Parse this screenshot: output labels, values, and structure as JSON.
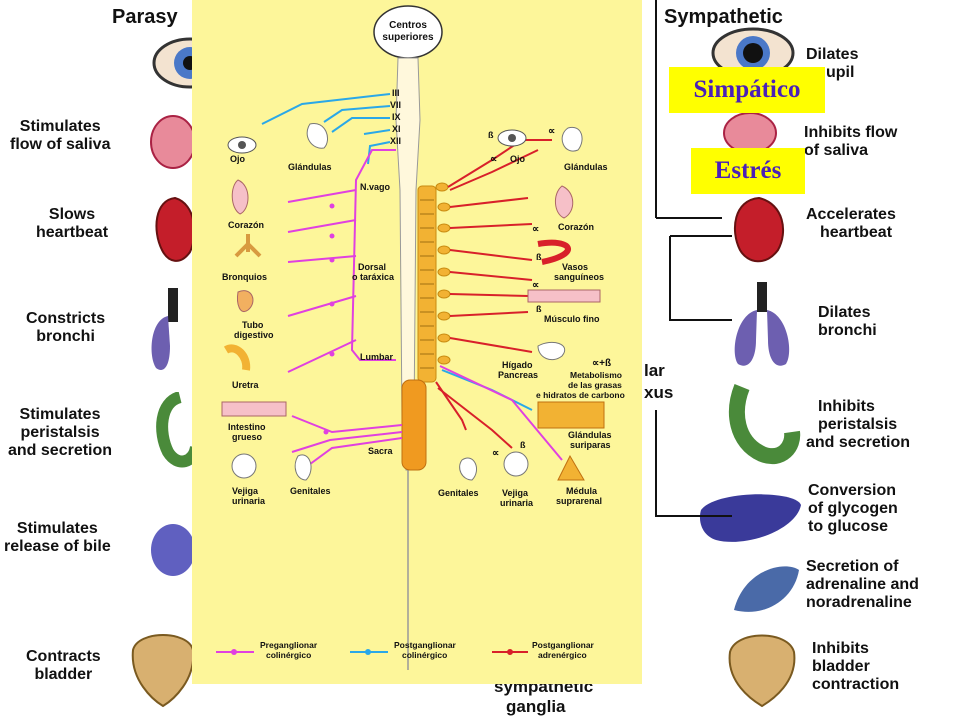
{
  "background": {
    "left_heading": "Parasy",
    "right_heading": "Sympathetic",
    "left_effects": [
      {
        "lines": [
          "Stimulates",
          "flow of saliva"
        ]
      },
      {
        "lines": [
          "Slows",
          "heartbeat"
        ]
      },
      {
        "lines": [
          "Constricts",
          "bronchi"
        ]
      },
      {
        "lines": [
          "Stimulates",
          "peristalsis",
          "and secretion"
        ]
      },
      {
        "lines": [
          "Stimulates",
          "release of bile"
        ]
      },
      {
        "lines": [
          "Contracts",
          "bladder"
        ]
      }
    ],
    "right_effects": [
      {
        "lines": [
          "Dilates",
          "upil"
        ]
      },
      {
        "lines": [
          "Inhibits flow",
          "of saliva"
        ]
      },
      {
        "lines": [
          "Accelerates",
          "heartbeat"
        ]
      },
      {
        "lines": [
          "Dilates",
          "bronchi"
        ]
      },
      {
        "lines": [
          "Inhibits",
          "peristalsis",
          "and secretion"
        ]
      },
      {
        "lines": [
          "Conversion",
          "of glycogen",
          "to glucose"
        ]
      },
      {
        "lines": [
          "Secretion of",
          "adrenaline and",
          "noradrenaline"
        ]
      },
      {
        "lines": [
          "Inhibits",
          "bladder",
          "contraction"
        ]
      }
    ],
    "fragments": [
      "lar",
      "xus",
      "sympathetic",
      "ganglia"
    ]
  },
  "panel": {
    "top_box": [
      "Centros",
      "superiores"
    ],
    "cranial_nerves": [
      "III",
      "VII",
      "IX",
      "XI",
      "XII"
    ],
    "left_organs": [
      "Ojo",
      "Glándulas",
      "Corazón",
      "Bronquios",
      "Tubo",
      "digestivo",
      "Uretra",
      "Intestino",
      "grueso",
      "Vejiga",
      "urinaria",
      "Genitales"
    ],
    "cord_labels": [
      "N.vago",
      "Dorsal",
      "o taráxica",
      "Lumbar",
      "Sacra"
    ],
    "right_organs": [
      "Ojo",
      "Glándulas",
      "Corazón",
      "Vasos",
      "sanguíneos",
      "Músculo fino",
      "Hígado",
      "Pancreas",
      "Metabolismo",
      "de las grasas",
      "e hidratos de carbono",
      "Glándulas",
      "suriparas",
      "Genitales",
      "Vejiga",
      "urinaria",
      "Médula",
      "suprarenal"
    ],
    "receptor_symbols": [
      "ß",
      "∝",
      "∝",
      "∝",
      "ß",
      "∝",
      "ß",
      "∝+ß",
      "∝",
      "ß"
    ],
    "legend": [
      {
        "lines": [
          "Preganglionar",
          "colinérgico"
        ],
        "color": "#e040e0"
      },
      {
        "lines": [
          "Postganglionar",
          "colinérgico"
        ],
        "color": "#2aa8e8"
      },
      {
        "lines": [
          "Postganglionar",
          "adrenérgico"
        ],
        "color": "#d8202a"
      }
    ]
  },
  "callouts": {
    "simpatico": "Simpático",
    "estres": "Estrés"
  },
  "colors": {
    "panel": "#fdf69a",
    "callout_bg": "#ffff00",
    "callout_text": "#4a20b8",
    "magenta": "#e040e0",
    "cyan": "#2aa8e8",
    "red": "#d8202a",
    "ganglia": "#f2b233"
  }
}
